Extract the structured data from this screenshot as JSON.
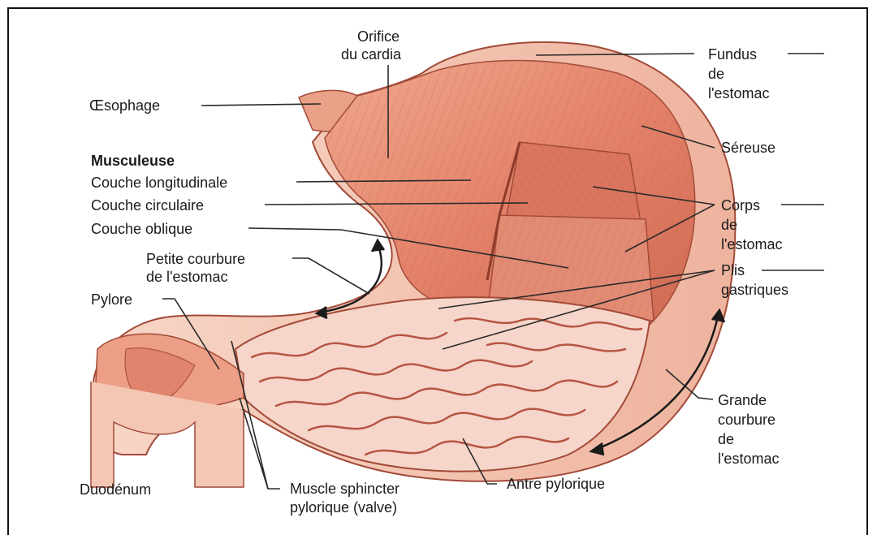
{
  "labels": {
    "orifice_line1": "Orifice",
    "orifice_line2": "du cardia",
    "oesophage": "Œsophage",
    "musculeuse": "Musculeuse",
    "couche_longitudinale": "Couche longitudinale",
    "couche_circulaire": "Couche circulaire",
    "couche_oblique": "Couche oblique",
    "petite_courbure_line1": "Petite courbure",
    "petite_courbure_line2": "de l'estomac",
    "pylore": "Pylore",
    "duodenum": "Duodénum",
    "muscle_sphincter_line1": "Muscle sphincter",
    "muscle_sphincter_line2": "pylorique (valve)",
    "antre_pylorique": "Antre pylorique",
    "fundus_line1": "Fundus",
    "fundus_line2": "de",
    "fundus_line3": "l'estomac",
    "sereuse": "Séreuse",
    "corps_line1": "Corps",
    "corps_line2": "de",
    "corps_line3": "l'estomac",
    "plis_line1": "Plis",
    "plis_line2": "gastriques",
    "grande_courbure_line1": "Grande",
    "grande_courbure_line2": "courbure",
    "grande_courbure_line3": "de",
    "grande_courbure_line4": "l'estomac"
  },
  "colors": {
    "muscle": "#e4836a",
    "muscle_dark": "#c65a45",
    "serosa": "#f4c7b4",
    "mucosa": "#f7d9cf",
    "fold_line": "#b65543",
    "leader_line": "#2a2a2a",
    "text": "#1b1b1b"
  }
}
